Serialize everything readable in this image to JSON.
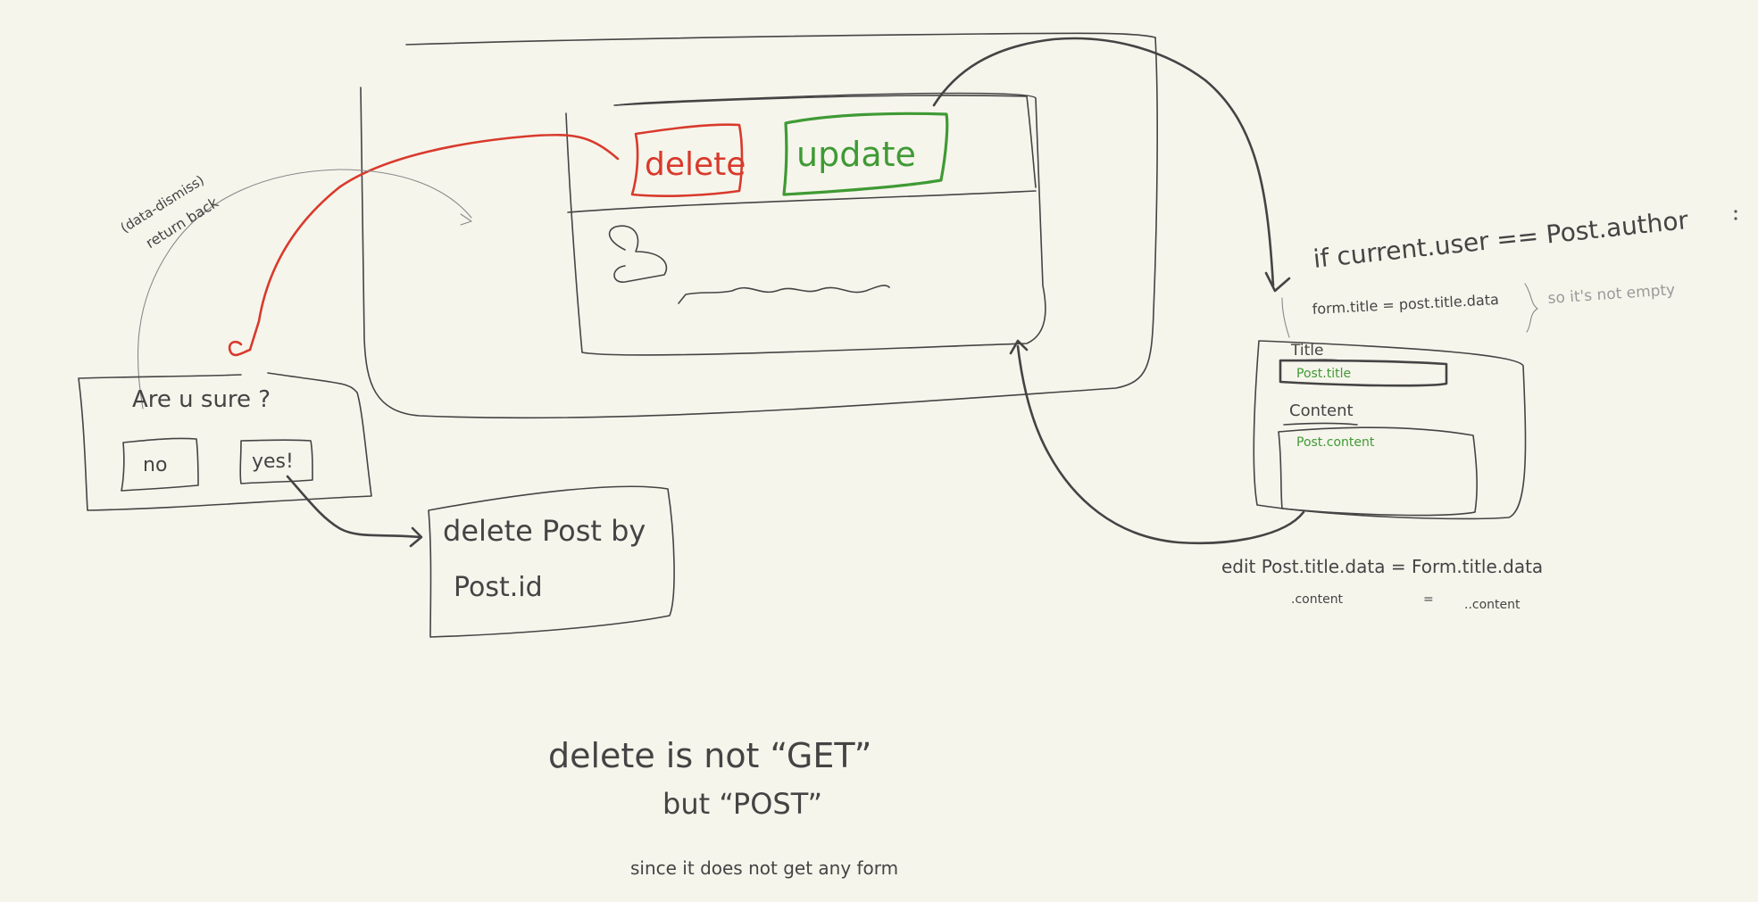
{
  "colors": {
    "background": "#f6f5ec",
    "ink": "#444444",
    "delete": "#d83a2c",
    "update": "#3f9a34",
    "note": "#9a9a9a"
  },
  "post_card": {
    "delete_label": "delete",
    "update_label": "update"
  },
  "modal": {
    "dismiss_note_line1": "(data-dismiss)",
    "dismiss_note_line2": "return back",
    "question": "Are u sure ?",
    "no_label": "no",
    "yes_label": "yes!"
  },
  "delete_action": {
    "line1": "delete Post by",
    "line2": "Post.id"
  },
  "condition": {
    "if_line": "if   current.user  ==  Post.author",
    "form_title_line": "form.title  = post.title.data",
    "not_empty_note": "so it's not empty"
  },
  "edit_form": {
    "title_label": "Title",
    "title_value": "Post.title",
    "content_label": "Content",
    "content_value": "Post.content"
  },
  "edit_note": {
    "line1": "edit  Post.title.data  =  Form.title.data",
    "line2_left": ".content",
    "line2_eq": "=",
    "line2_right": "..content"
  },
  "method_note": {
    "line1": "delete  is  not  “GET”",
    "line2": "but  “POST”",
    "line3": "since  it does not  get  any  form"
  }
}
